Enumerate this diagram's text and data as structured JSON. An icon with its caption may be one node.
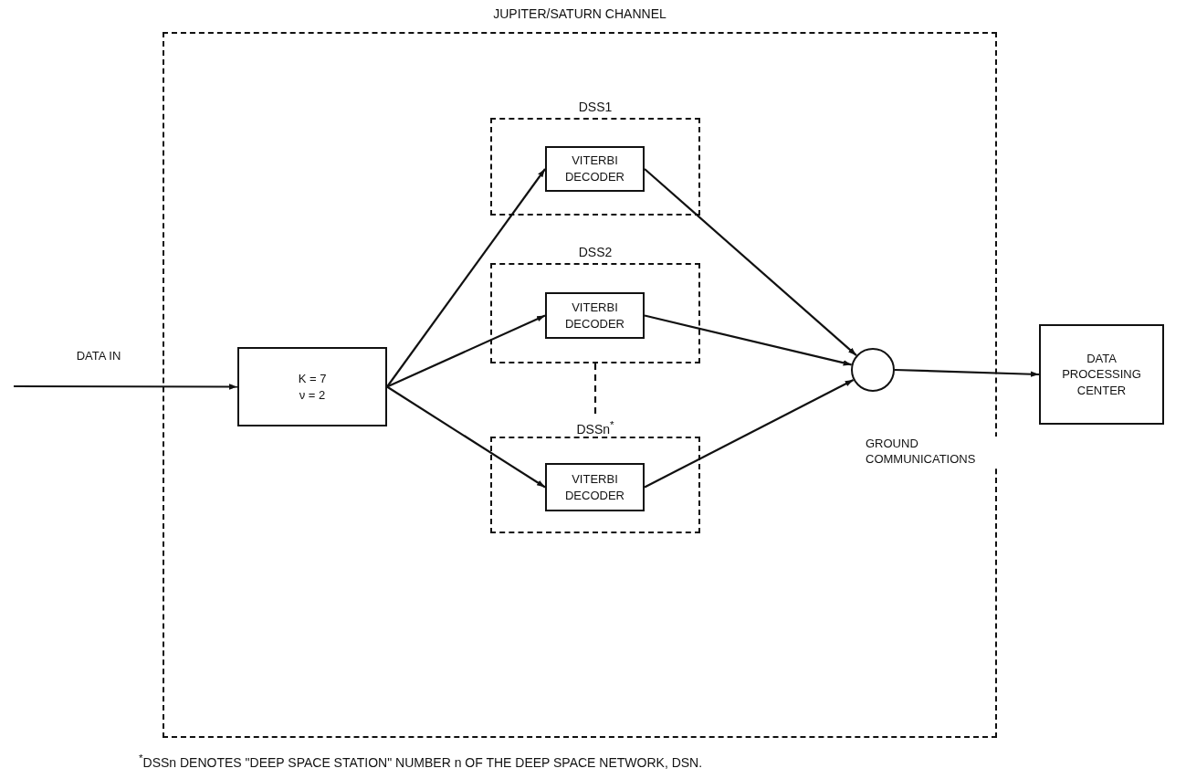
{
  "diagram": {
    "nodes": [
      {
        "text": [
          "JUPITER/SATURN CHANNEL"
        ]
      },
      {
        "text": [
          "K = 7 ν = 2"
        ],
        "in": 0
      },
      {
        "text": [
          "DSS1"
        ],
        "in": 0
      },
      {
        "text": [
          "VITERBI DECODER"
        ],
        "in": 2
      },
      {
        "text": [
          "DSS2"
        ],
        "in": 0
      },
      {
        "text": [
          "VITERBI DECODER"
        ],
        "in": 4
      },
      {
        "text": [
          "DSSn$^{*}$"
        ],
        "in": 0
      },
      {
        "text": [
          "VITERBI DECODER"
        ],
        "in": 6
      },
      {
        "text": [],
        "shape": "circle",
        "in": 0
      },
      {
        "text": [
          "DATA PROCESSING CENTER"
        ]
      }
    ],
    "edges": [
      {
        "from": null,
        "to": 1,
        "arrow": "to",
        "label": "DATA IN"
      },
      {
        "from": 1,
        "to": 3,
        "arrow": "to"
      },
      {
        "from": 1,
        "to": 5,
        "arrow": "to"
      },
      {
        "from": 1,
        "to": 7,
        "arrow": "to"
      },
      {
        "from": 3,
        "to": 8,
        "arrow": "to"
      },
      {
        "from": 5,
        "to": 8,
        "arrow": "to"
      },
      {
        "from": 7,
        "to": 8,
        "arrow": "to",
        "label": "GROUND COMMUNICATIONS"
      },
      {
        "from": 8,
        "to": 9,
        "arrow": "to"
      },
      {
        "from": 4,
        "to": 6,
        "arrow": "none",
        "style": "dashed"
      }
    ],
    "labels": [
      "$^{*}$DSSn DENOTES \"DEEP SPACE STATION\" NUMBER n OF THE DEEP SPACE NETWORK, DSN."
    ]
  }
}
